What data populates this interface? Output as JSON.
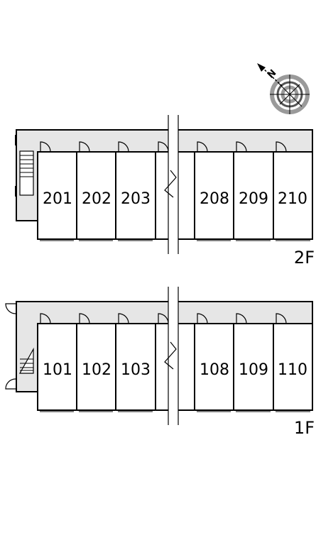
{
  "compass": {
    "north_label": "N",
    "icon": "compass-icon"
  },
  "floors": [
    {
      "label": "2F",
      "rooms_left": [
        "201",
        "202",
        "203"
      ],
      "rooms_right": [
        "208",
        "209",
        "210"
      ]
    },
    {
      "label": "1F",
      "rooms_left": [
        "101",
        "102",
        "103"
      ],
      "rooms_right": [
        "108",
        "109",
        "110"
      ]
    }
  ],
  "colors": {
    "corridor": "#e6e6e6",
    "line": "#000000",
    "room": "#ffffff"
  }
}
